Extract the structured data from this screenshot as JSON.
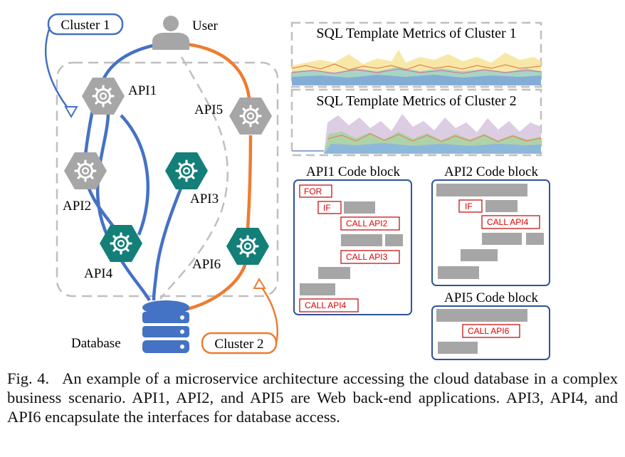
{
  "diagram": {
    "user_label": "User",
    "database_label": "Database",
    "cluster1_label": "Cluster 1",
    "cluster2_label": "Cluster 2",
    "api_labels": {
      "api1": "API1",
      "api2": "API2",
      "api3": "API3",
      "api4": "API4",
      "api5": "API5",
      "api6": "API6"
    },
    "colors": {
      "cluster1": "#4472C4",
      "cluster2": "#ED7D31",
      "web_api": "#A6A6A6",
      "db_api": "#137F78",
      "dashed": "#BFBFBF"
    }
  },
  "metrics": {
    "cluster1_title": "SQL Template Metrics of Cluster 1",
    "cluster2_title": "SQL Template Metrics of Cluster 2"
  },
  "code_blocks": {
    "api1": {
      "title": "API1 Code block",
      "for": "FOR",
      "if": "IF",
      "call1": "CALL API2",
      "call2": "CALL API3",
      "call3": "CALL API4"
    },
    "api2": {
      "title": "API2 Code block",
      "if": "IF",
      "call1": "CALL API4"
    },
    "api5": {
      "title": "API5 Code block",
      "call1": "CALL API6"
    }
  },
  "caption": {
    "label": "Fig. 4.",
    "text": "An example of a microservice architecture accessing the cloud database in a complex business scenario. API1, API2, and API5 are Web back-end applications. API3, API4, and API6 encapsulate the interfaces for database access."
  }
}
